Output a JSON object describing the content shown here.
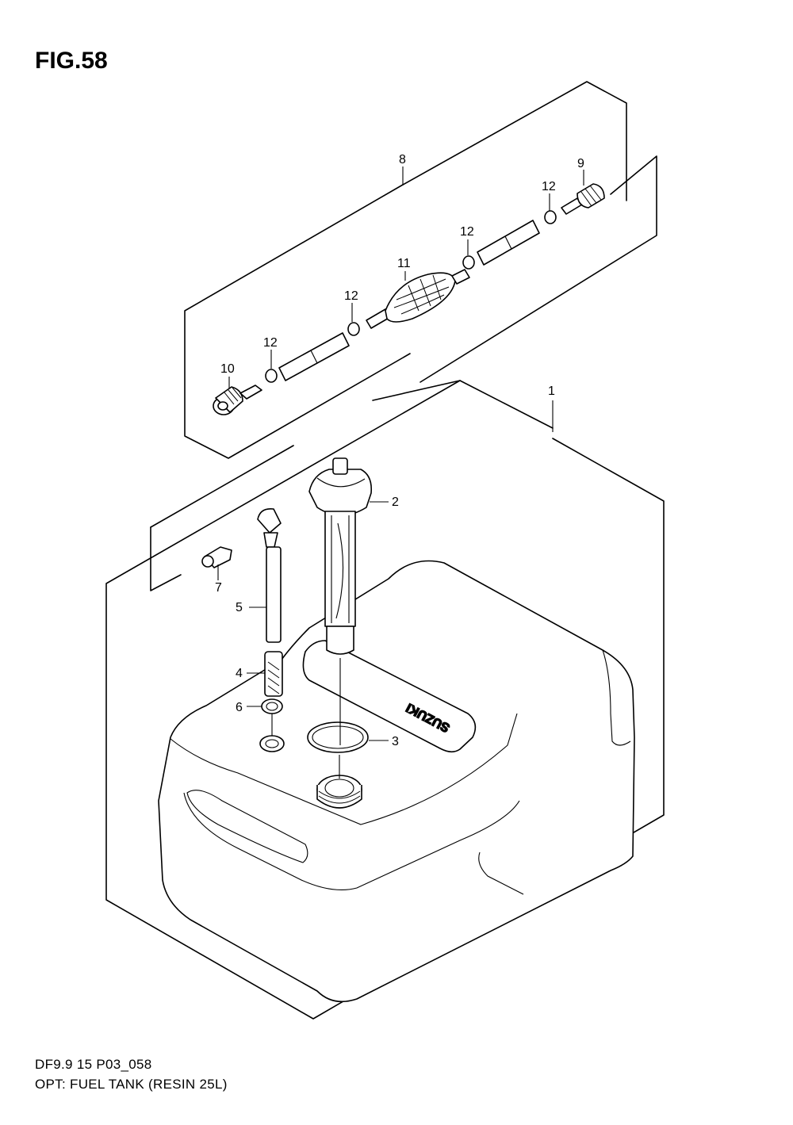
{
  "figure": {
    "title": "FIG.58",
    "code": "DF9.9 15 P03_058",
    "description": "OPT: FUEL TANK (RESIN 25L)"
  },
  "callouts": {
    "c1": "1",
    "c2": "2",
    "c3": "3",
    "c4": "4",
    "c5": "5",
    "c6": "6",
    "c7": "7",
    "c8": "8",
    "c9": "9",
    "c10": "10",
    "c11": "11",
    "c12a": "12",
    "c12b": "12",
    "c12c": "12",
    "c12d": "12"
  },
  "tank_logo": "SUZUKI"
}
